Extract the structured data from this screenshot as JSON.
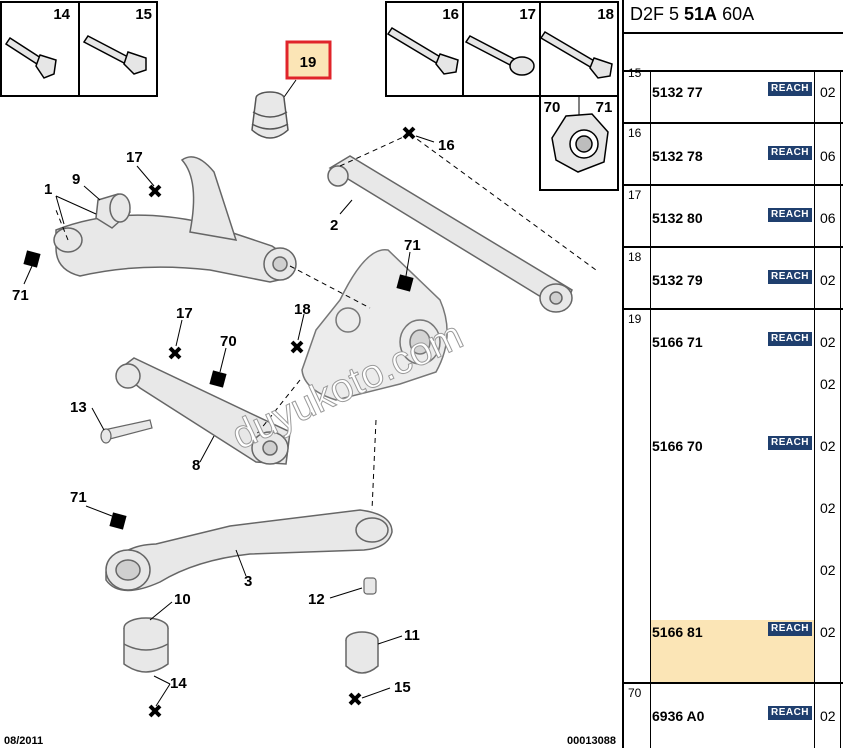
{
  "diagram": {
    "thumbnails": {
      "t14": "14",
      "t15": "15",
      "t16": "16",
      "t17": "17",
      "t18": "18",
      "t70": "70",
      "t71": "71"
    },
    "selected_ref": "19",
    "callouts": {
      "c1": "1",
      "c9": "9",
      "c17a": "17",
      "c71a": "71",
      "c16": "16",
      "c2": "2",
      "c71b": "71",
      "c18": "18",
      "c17b": "17",
      "c70": "70",
      "c13": "13",
      "c8": "8",
      "c71c": "71",
      "c3": "3",
      "c10": "10",
      "c12": "12",
      "c11": "11",
      "c14": "14",
      "c15": "15"
    },
    "watermark": "duyukoto.com",
    "footer_date": "08/2011",
    "footer_code": "00013088",
    "colors": {
      "highlight_border": "#e0242a",
      "highlight_fill": "#fbe5b6",
      "part_fill": "#e8e8e8"
    }
  },
  "table": {
    "header": {
      "prefix": "D2F 5 ",
      "bold": "51A",
      "suffix": " 60A"
    },
    "rows": [
      {
        "ref": "15",
        "parts": [
          {
            "number": "5132 77",
            "badge": "REACH",
            "qty": "02"
          }
        ]
      },
      {
        "ref": "16",
        "parts": [
          {
            "number": "5132 78",
            "badge": "REACH",
            "qty": "06"
          }
        ]
      },
      {
        "ref": "17",
        "parts": [
          {
            "number": "5132 80",
            "badge": "REACH",
            "qty": "06"
          }
        ]
      },
      {
        "ref": "18",
        "parts": [
          {
            "number": "5132 79",
            "badge": "REACH",
            "qty": "02"
          }
        ]
      },
      {
        "ref": "19",
        "parts": [
          {
            "number": "5166 71",
            "badge": "REACH",
            "qty": "02"
          },
          {
            "number": "",
            "badge": "",
            "qty": "02"
          },
          {
            "number": "5166 70",
            "badge": "REACH",
            "qty": "02"
          },
          {
            "number": "",
            "badge": "",
            "qty": "02"
          },
          {
            "number": "",
            "badge": "",
            "qty": "02"
          },
          {
            "number": "5166 81",
            "badge": "REACH",
            "qty": "02"
          }
        ]
      },
      {
        "ref": "70",
        "parts": [
          {
            "number": "6936 A0",
            "badge": "REACH",
            "qty": "02"
          }
        ]
      }
    ]
  }
}
